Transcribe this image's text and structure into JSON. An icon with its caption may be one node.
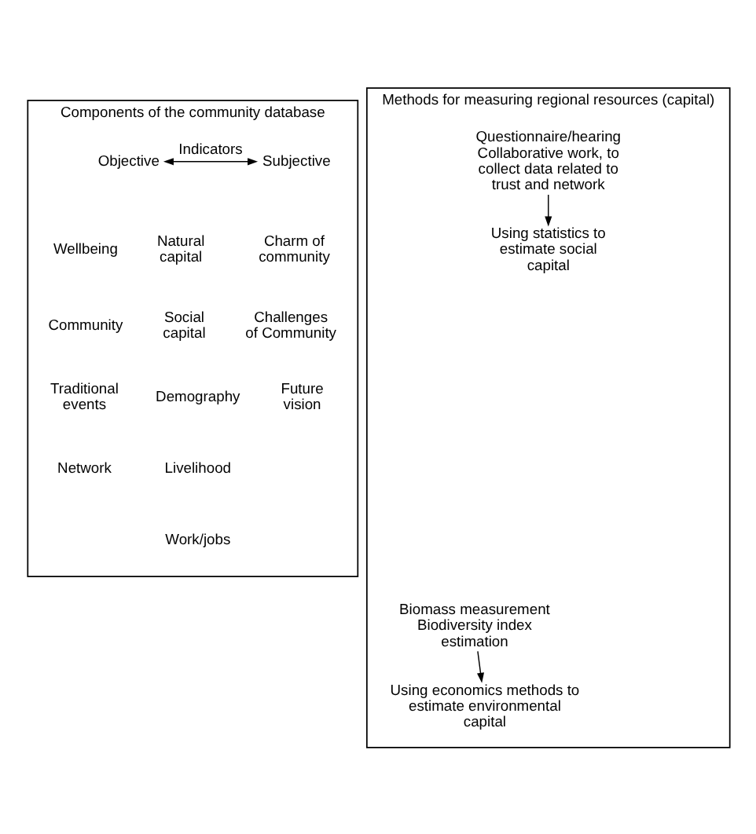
{
  "diagram": {
    "nodes": [
      {
        "text": [
          "Components of the community database"
        ]
      },
      {
        "text": [
          "Objective"
        ],
        "in": 0
      },
      {
        "text": [
          "Subjective"
        ],
        "in": 0
      },
      {
        "text": [
          "Methods for measuring regional resources (capital)"
        ]
      },
      {
        "text": [
          "Biomass measurement Biodiversity index estimation"
        ],
        "in": 3
      },
      {
        "text": [
          "Questionnaire/hearing Collaborative work, to collect data related to trust and network"
        ],
        "in": 3
      },
      {
        "text": [
          "Using economics methods to estimate environmental capital"
        ],
        "in": 3
      },
      {
        "text": [
          "Using statistics to estimate social capital"
        ],
        "in": 3
      }
    ],
    "edges": [
      {
        "from": 1,
        "to": 2,
        "arrow": "both",
        "label": "Indicators"
      },
      {
        "from": 4,
        "to": 6,
        "arrow": "to"
      },
      {
        "from": 5,
        "to": 7,
        "arrow": "to"
      }
    ],
    "labels": [
      "Natural capital",
      "Social capital",
      "Demography",
      "Livelihood",
      "Work/jobs",
      "Wellbeing",
      "Community",
      "Traditional events",
      "Network",
      "Charm of community",
      "Challenges of Community",
      "Future vision"
    ]
  }
}
